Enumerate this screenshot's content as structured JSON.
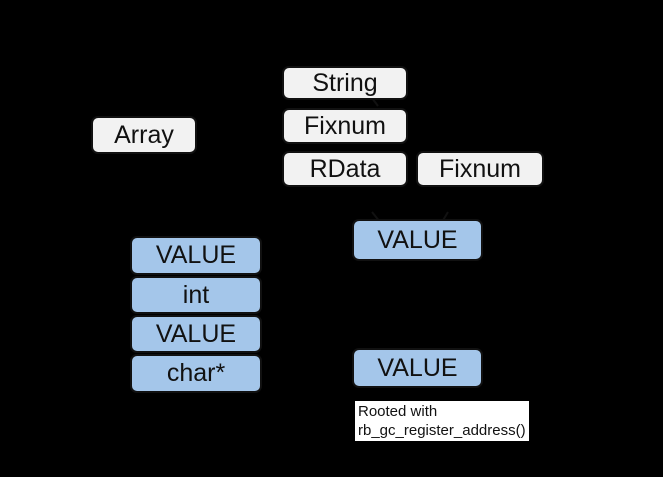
{
  "diagram": {
    "heap_objects": {
      "array": "Array",
      "string": "String",
      "fixnum_1": "Fixnum",
      "rdata": "RData",
      "fixnum_2": "Fixnum"
    },
    "struct_fields": [
      "VALUE",
      "int",
      "VALUE",
      "char*"
    ],
    "root_values": {
      "upper": "VALUE",
      "lower": "VALUE"
    },
    "root_note": [
      "Rooted with",
      "rb_gc_register_address()"
    ],
    "colors": {
      "background": "#000000",
      "object_fill": "#f2f2f2",
      "value_fill": "#a4c6ea",
      "outline": "#111111",
      "note_fill": "#ffffff"
    }
  }
}
